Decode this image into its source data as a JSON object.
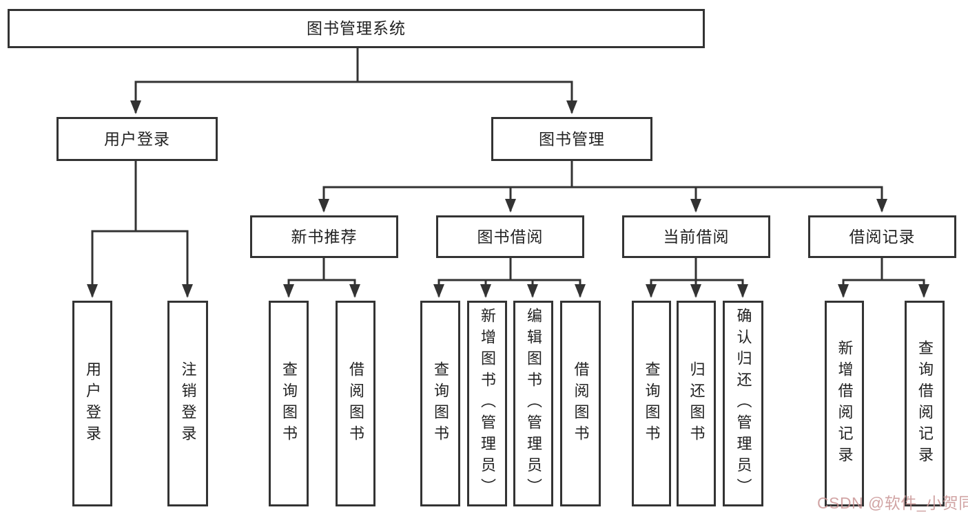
{
  "diagram": {
    "type": "hierarchy-tree",
    "colors": {
      "line": "#333333",
      "box_border": "#333333",
      "box_fill": "#ffffff",
      "text": "#222222",
      "watermark": "#c99494"
    },
    "nodes": {
      "root": {
        "label": "图书管理系统"
      },
      "level2": [
        {
          "label": "用户登录",
          "parent": "图书管理系统"
        },
        {
          "label": "图书管理",
          "parent": "图书管理系统"
        }
      ],
      "level3": [
        {
          "label": "新书推荐",
          "parent": "图书管理"
        },
        {
          "label": "图书借阅",
          "parent": "图书管理"
        },
        {
          "label": "当前借阅",
          "parent": "图书管理"
        },
        {
          "label": "借阅记录",
          "parent": "图书管理"
        }
      ],
      "level4": [
        {
          "label": "用户登录",
          "parent": "用户登录"
        },
        {
          "label": "注销登录",
          "parent": "用户登录"
        },
        {
          "label": "查询图书",
          "parent": "新书推荐"
        },
        {
          "label": "借阅图书",
          "parent": "新书推荐"
        },
        {
          "label": "查询图书",
          "parent": "图书借阅"
        },
        {
          "label": "新增图书（管理员）",
          "parent": "图书借阅"
        },
        {
          "label": "编辑图书（管理员）",
          "parent": "图书借阅"
        },
        {
          "label": "借阅图书",
          "parent": "图书借阅"
        },
        {
          "label": "查询图书",
          "parent": "当前借阅"
        },
        {
          "label": "归还图书",
          "parent": "当前借阅"
        },
        {
          "label": "确认归还（管理员）",
          "parent": "当前借阅"
        },
        {
          "label": "新增借阅记录",
          "parent": "借阅记录"
        },
        {
          "label": "查询借阅记录",
          "parent": "借阅记录"
        }
      ]
    }
  },
  "watermark": {
    "text": "CSDN @软件_小贺同学"
  }
}
